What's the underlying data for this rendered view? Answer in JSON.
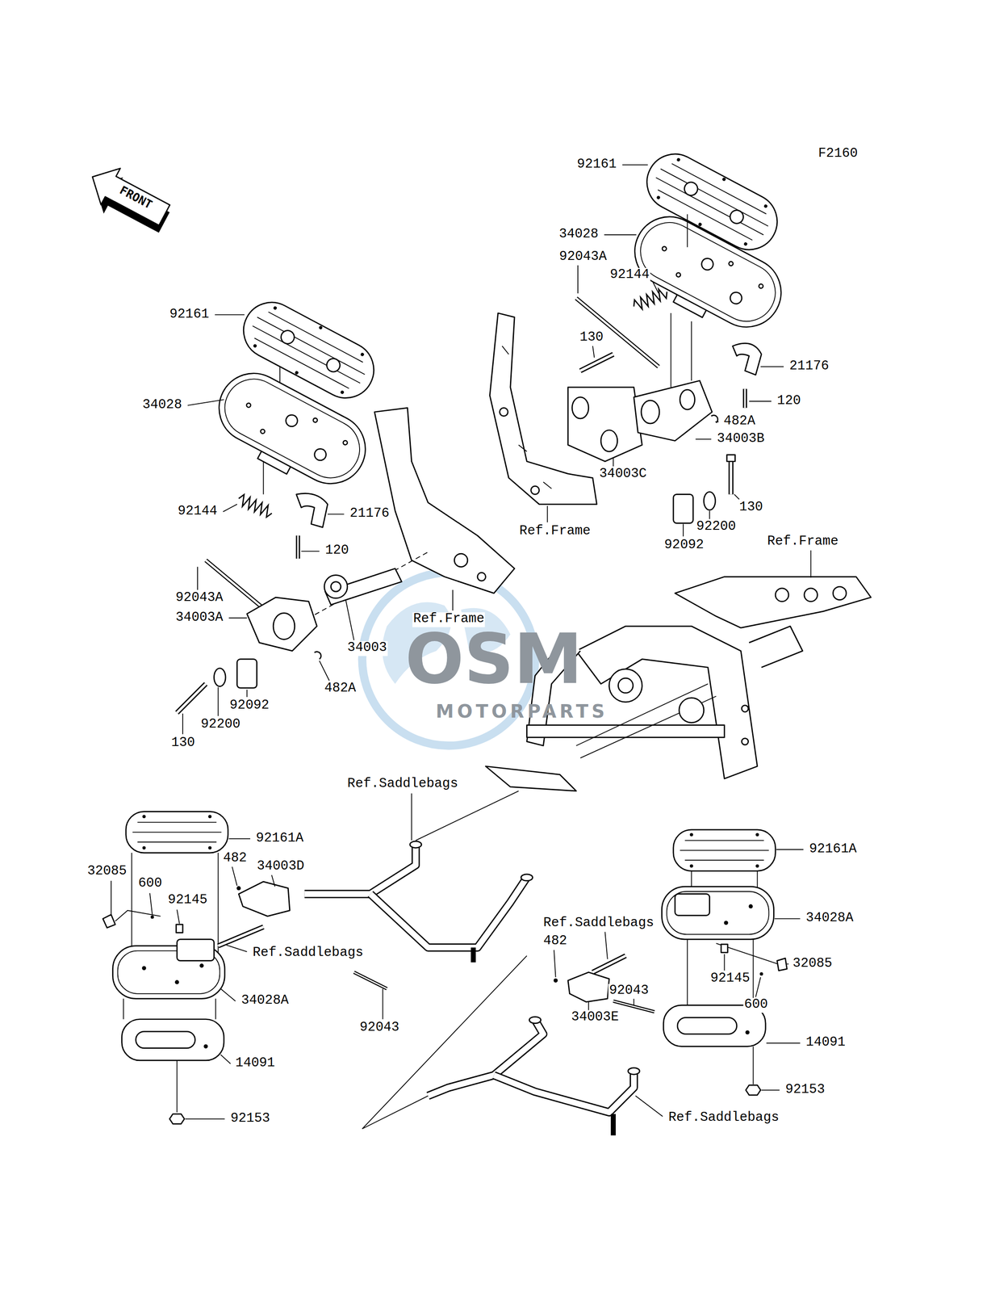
{
  "diagram": {
    "labels": [
      "F2160",
      "FRONT",
      "92161",
      "34028",
      "92043A",
      "92144",
      "130",
      "21176",
      "120",
      "482A",
      "34003B",
      "34003C",
      "130",
      "Ref.Frame",
      "92200",
      "92092",
      "Ref.Frame",
      "92161",
      "34028",
      "92144",
      "21176",
      "120",
      "92043A",
      "34003A",
      "Ref.Frame",
      "34003",
      "482A",
      "92092",
      "92200",
      "130",
      "Ref.Saddlebags",
      "92161A",
      "482",
      "34003D",
      "32085",
      "600",
      "92145",
      "Ref.Saddlebags",
      "34028A",
      "92043",
      "14091",
      "92153",
      "92161A",
      "Ref.Saddlebags",
      "482",
      "34028A",
      "32085",
      "92145",
      "92043",
      "600",
      "34003E",
      "14091",
      "92153",
      "Ref.Saddlebags",
      "OSM",
      "MOTORPARTS"
    ]
  }
}
